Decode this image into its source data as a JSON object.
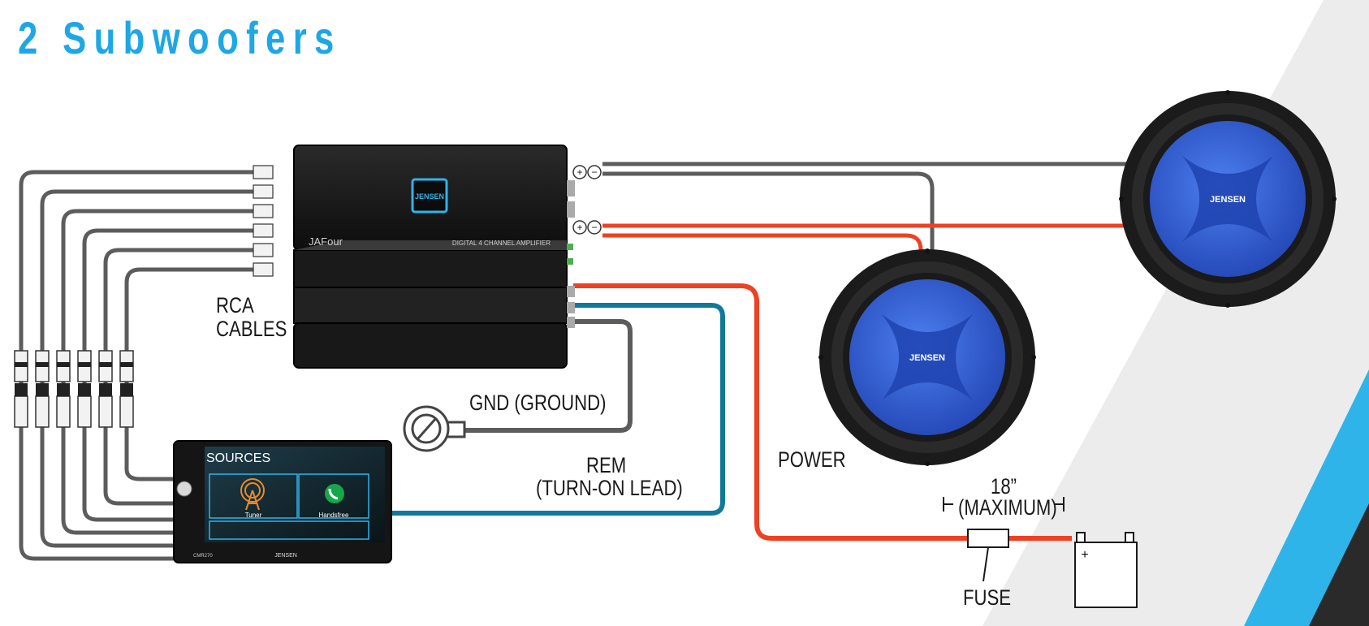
{
  "title": "2 Subwoofers",
  "labels": {
    "rca_line1": "RCA",
    "rca_line2": "CABLES",
    "ground": "GND (GROUND)",
    "rem_line1": "REM",
    "rem_line2": "(TURN-ON LEAD)",
    "power": "POWER",
    "length_line1": "18”",
    "length_line2": "(MAXIMUM)",
    "fuse": "FUSE"
  },
  "amplifier": {
    "logo": "JENSEN",
    "model": "JAFour",
    "description": "DIGITAL 4 CHANNEL AMPLIFIER"
  },
  "head_unit": {
    "screen_title": "SOURCES",
    "tile_tuner": "Tuner",
    "tile_handsfree": "Handsfree",
    "model": "CMR270",
    "brand": "JENSEN"
  },
  "subwoofers": [
    {
      "logo": "JENSEN"
    },
    {
      "logo": "JENSEN"
    }
  ],
  "terminals": {
    "plus": "+",
    "minus": "−"
  },
  "battery": {
    "plus": "+"
  },
  "colors": {
    "title": "#1ea7e6",
    "power_wire": "#ee4123",
    "rem_wire": "#10799a",
    "ground_wire": "#666666",
    "speaker_cone": "#2f5fd8",
    "accent_stripe": "#2fb4ea"
  }
}
